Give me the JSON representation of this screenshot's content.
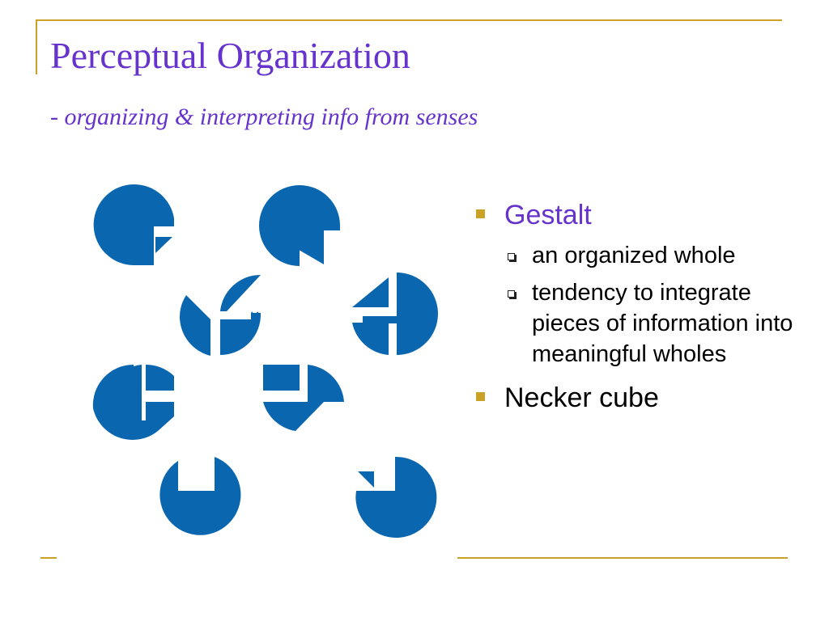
{
  "slide": {
    "title": "Perceptual Organization",
    "subtitle_dash": "-",
    "subtitle": "organizing & interpreting info from senses"
  },
  "figure": {
    "close_glyph": "×"
  },
  "bullets": [
    {
      "label": "Gestalt",
      "children": [
        "an organized whole",
        "tendency to integrate pieces of information into meaningful wholes"
      ]
    },
    {
      "label": "Necker cube",
      "children": []
    }
  ],
  "colors": {
    "title": "#6633cc",
    "accent_gold": "#c9a227",
    "figure_blue": "#0b66b0"
  }
}
